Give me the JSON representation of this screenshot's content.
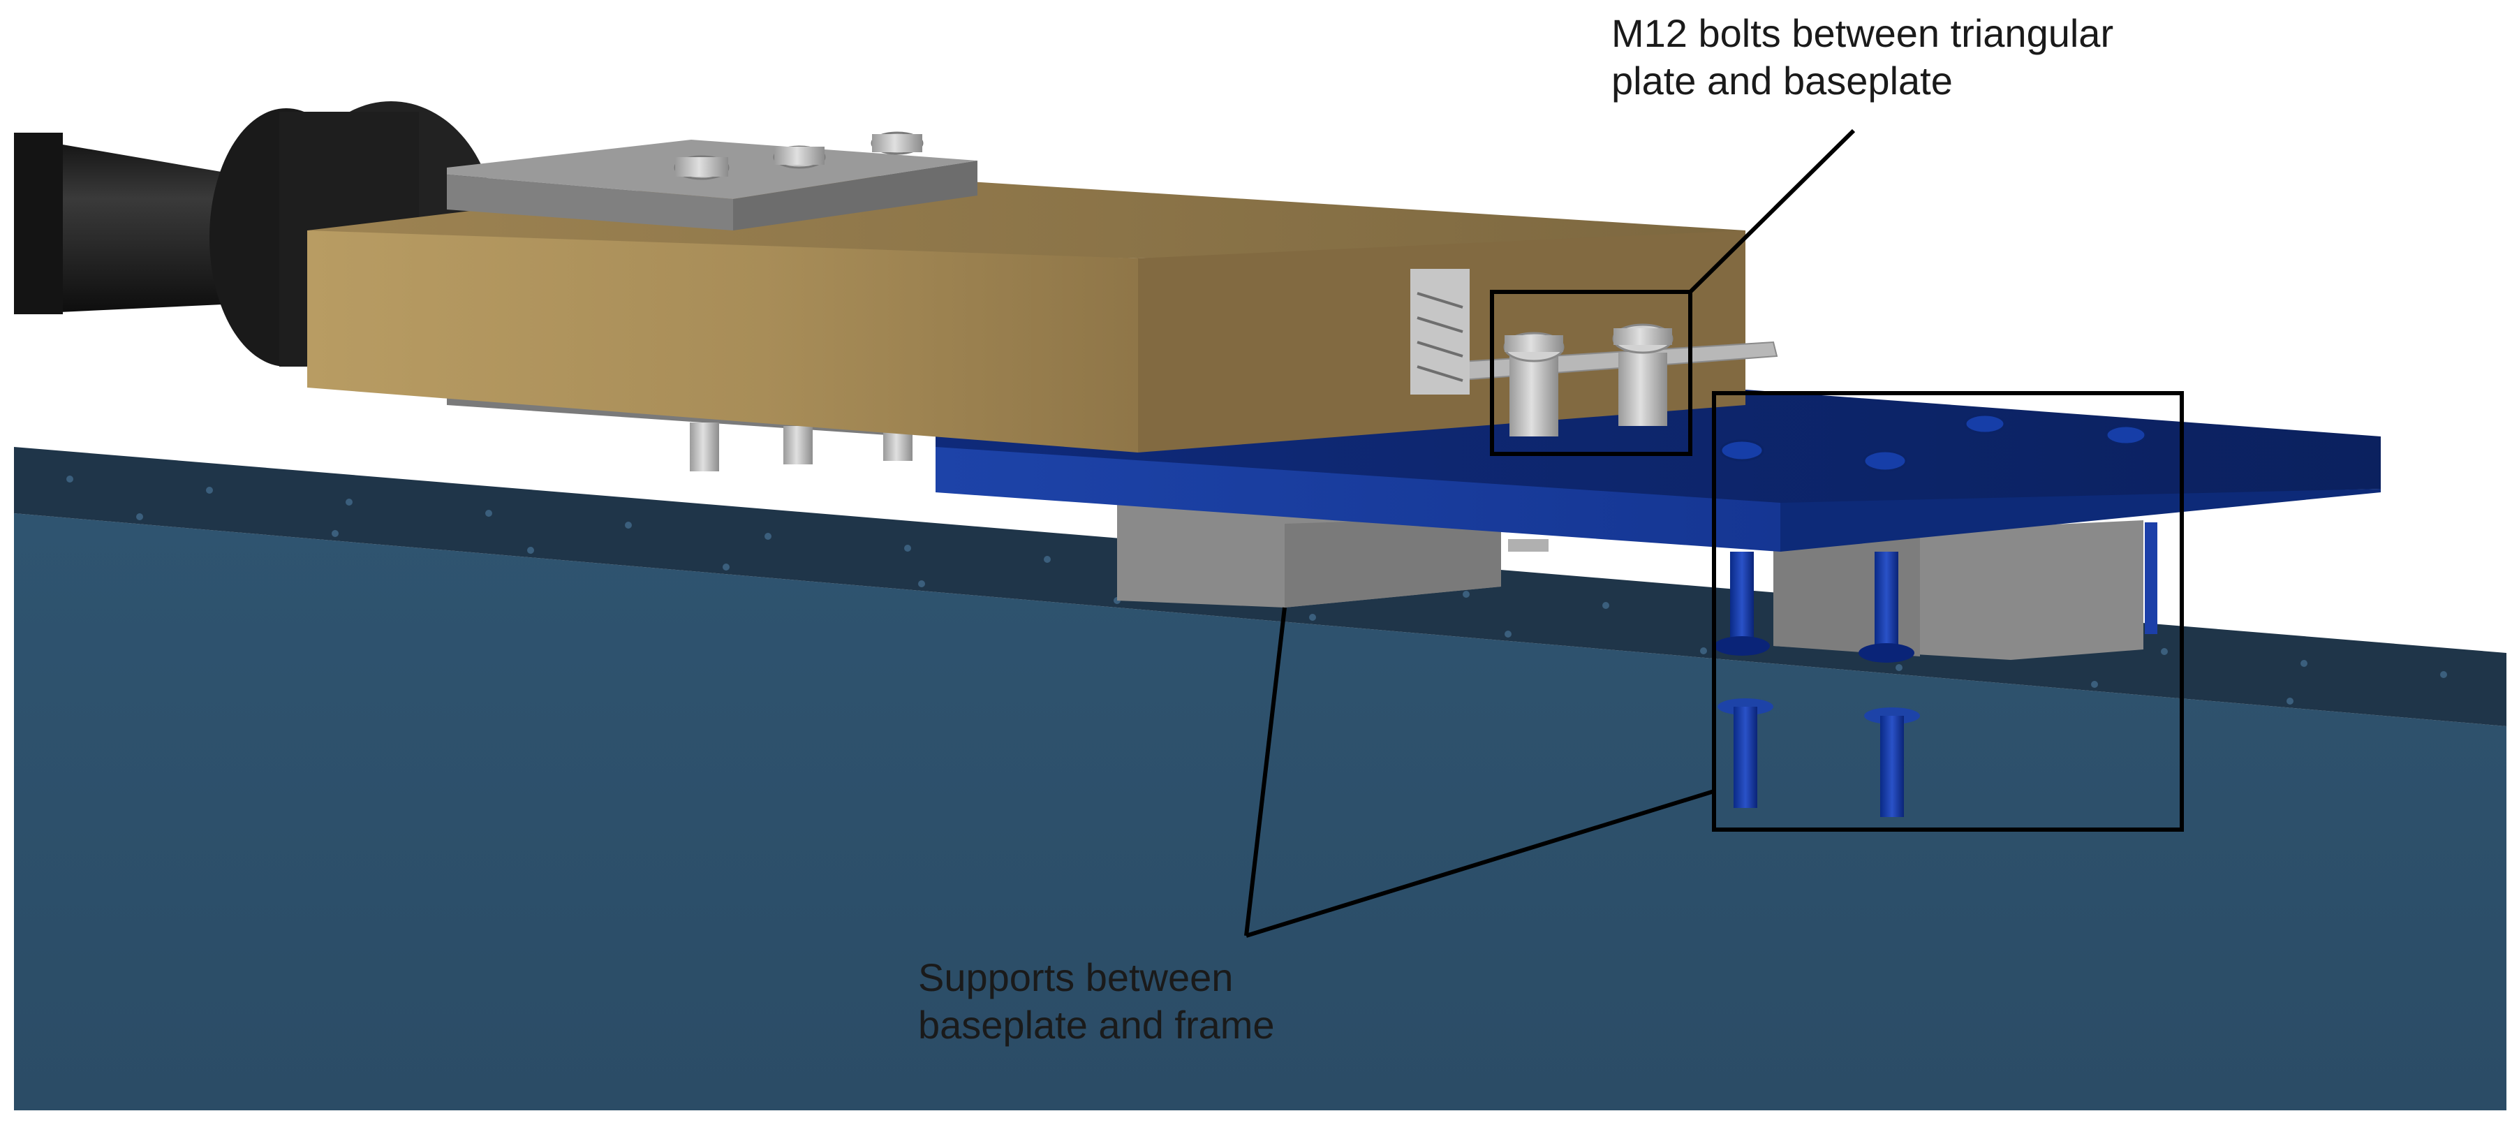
{
  "annotations": {
    "bolts": {
      "line1": "M12 bolts between triangular",
      "line2": "plate and baseplate"
    },
    "supports": {
      "line1": "Supports between",
      "line2": "baseplate and frame"
    }
  },
  "colors": {
    "frame": "#2e506b",
    "frame_rail": "#1f3549",
    "baseplate": "#10308a",
    "wood_block": "#a88d58",
    "steel_plate": "#808080",
    "support_block": "#8a8a8a",
    "motor": "#1c1c1c",
    "bolt": "#c4c4c4",
    "leader_line": "#000000"
  }
}
